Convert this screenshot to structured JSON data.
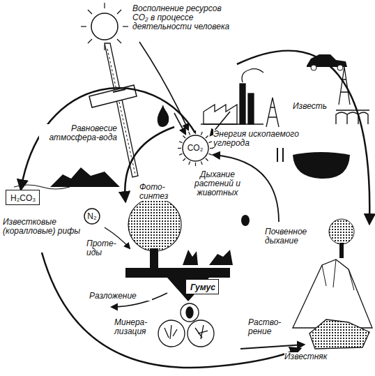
{
  "diagram": {
    "nodes": [
      {
        "text": [
          "CO₂"
        ]
      },
      {
        "text": [
          "Гумус"
        ]
      },
      {
        "text": [
          "N₂"
        ]
      },
      {
        "text": [
          "H₂CO₃"
        ]
      }
    ],
    "edges": [
      {
        "from": 0,
        "to": 3,
        "arrow": "to"
      }
    ],
    "labels": [
      "Восполнение ресурсов CO₂ в процессе деятельности человека",
      "Равновесие атмосфера-вода",
      "Фото- синтез",
      "Дыхание растений и животных",
      "Известь",
      "Энергия ископаемого углерода",
      "Известковые (коралловые) рифы",
      "Проте- иды",
      "Почвенное дыхание",
      "Разложение",
      "Минера- лизация",
      "Раство- рение",
      "Известняк"
    ]
  }
}
